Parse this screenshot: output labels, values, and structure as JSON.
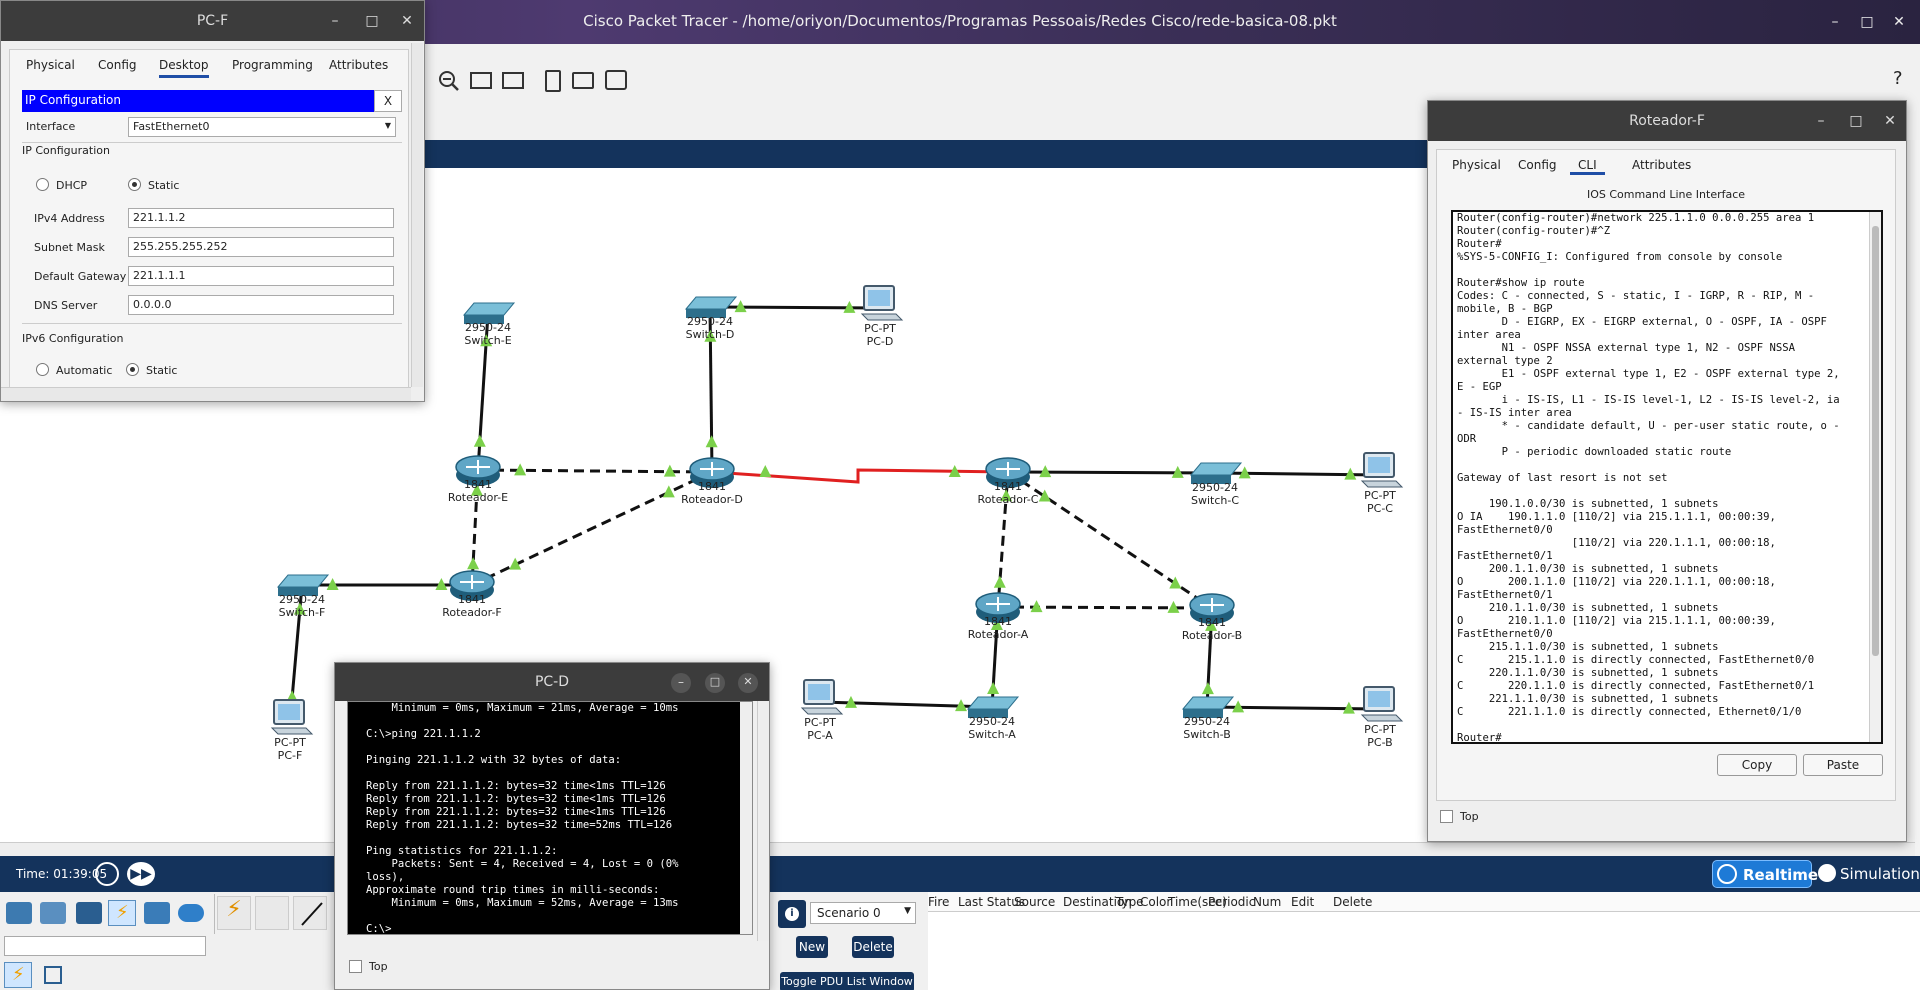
{
  "app": {
    "title": "Cisco Packet Tracer - /home/oriyon/Documentos/Programas Pessoais/Redes Cisco/rede-basica-08.pkt"
  },
  "window_controls": {
    "min": "–",
    "max": "□",
    "close": "✕"
  },
  "devices": [
    {
      "type": "2950-24",
      "name": "Switch-E"
    },
    {
      "type": "2950-24",
      "name": "Switch-D"
    },
    {
      "type": "PC-PT",
      "name": "PC-D"
    },
    {
      "type": "1841",
      "name": "Roteador-E"
    },
    {
      "type": "1841",
      "name": "Roteador-D"
    },
    {
      "type": "1841",
      "name": "Roteador-C"
    },
    {
      "type": "2950-24",
      "name": "Switch-C"
    },
    {
      "type": "PC-PT",
      "name": "PC-C"
    },
    {
      "type": "2950-24",
      "name": "Switch-F"
    },
    {
      "type": "1841",
      "name": "Roteador-F"
    },
    {
      "type": "1841",
      "name": "Roteador-A"
    },
    {
      "type": "1841",
      "name": "Roteador-B"
    },
    {
      "type": "PC-PT",
      "name": "PC-F"
    },
    {
      "type": "PC-PT",
      "name": "PC-A"
    },
    {
      "type": "2950-24",
      "name": "Switch-A"
    },
    {
      "type": "2950-24",
      "name": "Switch-B"
    },
    {
      "type": "PC-PT",
      "name": "PC-B"
    }
  ],
  "pcf": {
    "title": "PC-F",
    "tabs": [
      "Physical",
      "Config",
      "Desktop",
      "Programming",
      "Attributes"
    ],
    "active_tab": "Desktop",
    "ipconfig_header": "IP Configuration",
    "close_x": "X",
    "interface_label": "Interface",
    "interface_value": "FastEthernet0",
    "section_ip": "IP Configuration",
    "dhcp": "DHCP",
    "static": "Static",
    "ipv4_label": "IPv4 Address",
    "ipv4": "221.1.1.2",
    "mask_label": "Subnet Mask",
    "mask": "255.255.255.252",
    "gw_label": "Default Gateway",
    "gw": "221.1.1.1",
    "dns_label": "DNS Server",
    "dns": "0.0.0.0",
    "section_ipv6": "IPv6 Configuration",
    "automatic": "Automatic",
    "static6": "Static"
  },
  "rf": {
    "title": "Roteador-F",
    "tabs": [
      "Physical",
      "Config",
      "CLI",
      "Attributes"
    ],
    "active_tab": "CLI",
    "heading": "IOS Command Line Interface",
    "cli": "Router(config-router)#network 225.1.1.0 0.0.0.255 area 1\nRouter(config-router)#^Z\nRouter#\n%SYS-5-CONFIG_I: Configured from console by console\n\nRouter#show ip route\nCodes: C - connected, S - static, I - IGRP, R - RIP, M -\nmobile, B - BGP\n       D - EIGRP, EX - EIGRP external, O - OSPF, IA - OSPF\ninter area\n       N1 - OSPF NSSA external type 1, N2 - OSPF NSSA\nexternal type 2\n       E1 - OSPF external type 1, E2 - OSPF external type 2,\nE - EGP\n       i - IS-IS, L1 - IS-IS level-1, L2 - IS-IS level-2, ia\n- IS-IS inter area\n       * - candidate default, U - per-user static route, o -\nODR\n       P - periodic downloaded static route\n\nGateway of last resort is not set\n\n     190.1.0.0/30 is subnetted, 1 subnets\nO IA    190.1.1.0 [110/2] via 215.1.1.1, 00:00:39,\nFastEthernet0/0\n                  [110/2] via 220.1.1.1, 00:00:18,\nFastEthernet0/1\n     200.1.1.0/30 is subnetted, 1 subnets\nO       200.1.1.0 [110/2] via 220.1.1.1, 00:00:18,\nFastEthernet0/1\n     210.1.1.0/30 is subnetted, 1 subnets\nO       210.1.1.0 [110/2] via 215.1.1.1, 00:00:39,\nFastEthernet0/0\n     215.1.1.0/30 is subnetted, 1 subnets\nC       215.1.1.0 is directly connected, FastEthernet0/0\n     220.1.1.0/30 is subnetted, 1 subnets\nC       220.1.1.0 is directly connected, FastEthernet0/1\n     221.1.1.0/30 is subnetted, 1 subnets\nC       221.1.1.0 is directly connected, Ethernet0/1/0\n\nRouter#",
    "copy": "Copy",
    "paste": "Paste",
    "top": "Top"
  },
  "pcd": {
    "title": "PC-D",
    "terminal": "    Minimum = 0ms, Maximum = 21ms, Average = 10ms\n\nC:\\>ping 221.1.1.2\n\nPinging 221.1.1.2 with 32 bytes of data:\n\nReply from 221.1.1.2: bytes=32 time<1ms TTL=126\nReply from 221.1.1.2: bytes=32 time<1ms TTL=126\nReply from 221.1.1.2: bytes=32 time<1ms TTL=126\nReply from 221.1.1.2: bytes=32 time=52ms TTL=126\n\nPing statistics for 221.1.1.2:\n    Packets: Sent = 4, Received = 4, Lost = 0 (0%\nloss),\nApproximate round trip times in milli-seconds:\n    Minimum = 0ms, Maximum = 52ms, Average = 13ms\n\nC:\\>",
    "top": "Top"
  },
  "timebar": {
    "time": "Time: 01:39:05",
    "realtime": "Realtime",
    "simulation": "Simulation"
  },
  "scenario": {
    "value": "Scenario 0",
    "new": "New",
    "delete": "Delete",
    "toggle": "Toggle PDU List Window"
  },
  "pdu_headers": [
    "Fire",
    "Last Status",
    "Source",
    "Destination",
    "Type",
    "Color",
    "Time(sec)",
    "Periodic",
    "Num",
    "Edit",
    "Delete"
  ],
  "help": "?",
  "colors": {
    "link_red": "#e02020",
    "status_green": "#7bd04a",
    "navy": "#14335c",
    "selected_blue": "#0000ff"
  }
}
